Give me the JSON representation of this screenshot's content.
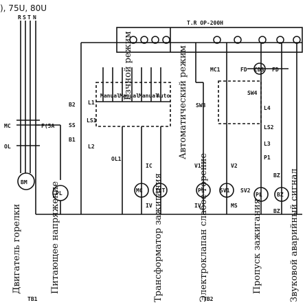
{
  "header_fragment": "), 75U, 80U",
  "panel_label": "T.R OP-200H",
  "power_terminals": [
    "R",
    "S",
    "T",
    "N"
  ],
  "vertical_labels": {
    "manual_mode": "Рзчной режим",
    "auto_mode": "Автоматический режим",
    "burner_motor": "Двигатель горелки",
    "supply_voltage": "Питающее напряжение",
    "ignition_transformer": "Трансформатор зажигания",
    "electrovalve": "Электроклапан слабое горение",
    "ignition_pass": "Пропуск зажигания",
    "sound_alarm": "Звуковой аварийный сигнал"
  },
  "component_labels": {
    "mc_left": "MC",
    "ol_left": "OL",
    "fuse": "F(5A",
    "motor": "BM",
    "pl_left": "PL",
    "b2": "B2",
    "ss": "SS",
    "b1": "B1",
    "l1": "L1",
    "ls1": "LS1",
    "l2": "L2",
    "ol1": "OL1",
    "ic": "IC",
    "iv_left": "IV",
    "mc_coil": "MC",
    "ict_coil": "ICT",
    "sw3": "SW3",
    "v1": "V1",
    "iv_mid": "IV",
    "p1_coil": "P1",
    "sv1_coil": "SV1",
    "v2": "V2",
    "ms": "MS",
    "sv2_coil": "SV2",
    "mc1": "MC1",
    "fd": "FD",
    "cds": "CDS",
    "sw4": "SW4",
    "l4": "L4",
    "ls2": "LS2",
    "l3": "L3",
    "p1": "P1",
    "pl_right": "PL",
    "bz_top": "BZ",
    "bz_coil": "BZ",
    "bz_bottom": "BZ",
    "manual_small": "Manual",
    "auto_small": "Auto"
  },
  "bottom_labels": {
    "tb1": "TB1",
    "tb2": "TB2"
  }
}
